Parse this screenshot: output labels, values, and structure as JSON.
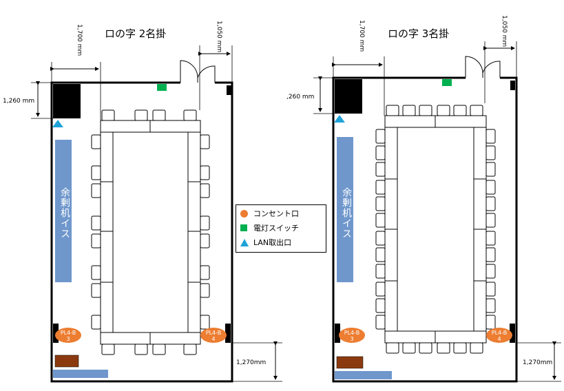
{
  "layouts": [
    {
      "title": "ロの字  2名掛",
      "dim_top": "1,700 mm",
      "dim_door": "1,050 mm",
      "dim_left": "1,260 mm",
      "dim_bottom": "1,270mm",
      "spare_label": "余剰机イス",
      "outlet_left": "PL4-B\n3",
      "outlet_right": "PL4-B\n4"
    },
    {
      "title": "ロの字  3名掛",
      "dim_top": "1,700 mm",
      "dim_door": "1,050 mm",
      "dim_left": ",260 mm",
      "dim_bottom": "1,270mm",
      "spare_label": "余剰机イス",
      "outlet_left": "PL4-B\n3",
      "outlet_right": "PL4-B\n4"
    }
  ],
  "legend": {
    "outlet": "コンセント口",
    "switch": "電灯スイッチ",
    "lan": "LAN取出口"
  },
  "colors": {
    "outlet": "#ed7d31",
    "switch": "#00b050",
    "lan": "#1fa3d8",
    "spare": "#6f97cc",
    "podium": "#8b3a0f"
  }
}
